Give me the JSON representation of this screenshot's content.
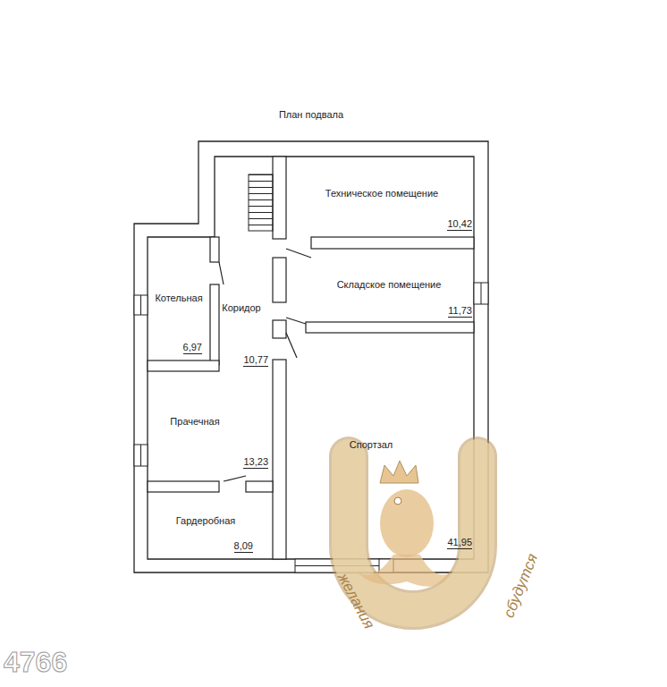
{
  "diagram": {
    "title": "План подвала",
    "nodes": [
      {
        "text": [
          "Техническое помещение",
          "10,42"
        ]
      },
      {
        "text": [
          "Коридор",
          "10,77"
        ]
      },
      {
        "text": [
          "Складское помещение",
          "11,73"
        ]
      },
      {
        "text": [
          "Котельная",
          "6,97"
        ]
      },
      {
        "text": [
          "Прачечная",
          "13,23"
        ]
      },
      {
        "text": [
          "Спортзал",
          "41,95"
        ]
      },
      {
        "text": [
          "Гардеробная",
          "8,09"
        ]
      }
    ],
    "labels": [
      "желания",
      "сбудутся",
      "4766"
    ]
  }
}
